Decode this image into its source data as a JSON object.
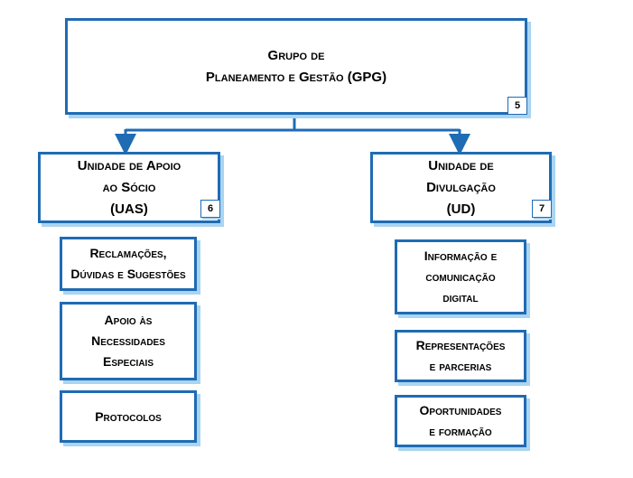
{
  "top": {
    "line1": "Grupo de",
    "line2": "Planeamento e Gestão (GPG)",
    "badge": "5"
  },
  "left_unit": {
    "line1": "Unidade de Apoio",
    "line2": "ao Sócio",
    "line3": "(UAS)",
    "badge": "6"
  },
  "right_unit": {
    "line1": "Unidade de",
    "line2": "Divulgação",
    "line3": "(UD)",
    "badge": "7"
  },
  "left_items": [
    {
      "lines": [
        "Reclamações,",
        "Dúvidas e Sugestões"
      ]
    },
    {
      "lines": [
        "Apoio às",
        "Necessidades",
        "Especiais"
      ]
    },
    {
      "lines": [
        "Protocolos"
      ]
    }
  ],
  "right_items": [
    {
      "lines": [
        "Informação e",
        "comunicação",
        "digital"
      ]
    },
    {
      "lines": [
        "Representações",
        "e parcerias"
      ]
    },
    {
      "lines": [
        "Oportunidades",
        "e formação"
      ]
    }
  ],
  "colors": {
    "border": "#1f6bb4",
    "shadow": "#a9d4f2",
    "connector": "#1f6bb4"
  }
}
